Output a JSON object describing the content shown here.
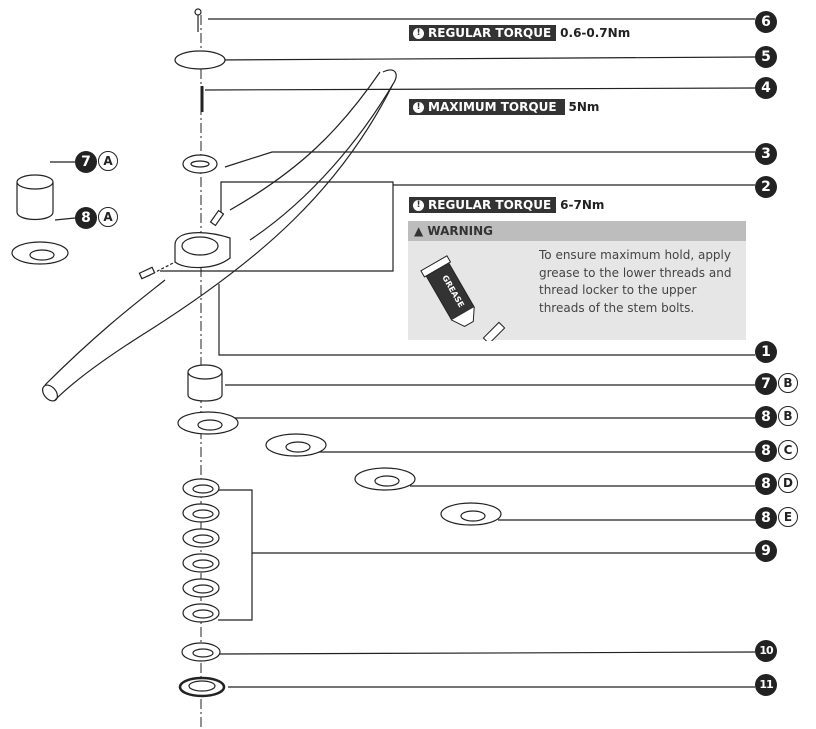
{
  "torque_labels": [
    {
      "badge": "REGULAR TORQUE",
      "value": "0.6-0.7Nm"
    },
    {
      "badge": "MAXIMUM TORQUE",
      "value": "5Nm"
    },
    {
      "badge": "REGULAR TORQUE",
      "value": "6-7Nm"
    }
  ],
  "badge_icon": "exclamation-circle-icon",
  "warning": {
    "title": "WARNING",
    "icon": "warning-triangle-icon",
    "text": "To ensure maximum hold, apply grease to the lower threads and thread locker to the upper threads of the stem bolts.",
    "tube_label": "GREASE"
  },
  "callouts": [
    {
      "num": "6"
    },
    {
      "num": "5"
    },
    {
      "num": "4"
    },
    {
      "num": "3"
    },
    {
      "num": "2"
    },
    {
      "num": "1"
    },
    {
      "num": "7",
      "letter": "B"
    },
    {
      "num": "8",
      "letter": "B"
    },
    {
      "num": "8",
      "letter": "C"
    },
    {
      "num": "8",
      "letter": "D"
    },
    {
      "num": "8",
      "letter": "E"
    },
    {
      "num": "9"
    },
    {
      "num": "10"
    },
    {
      "num": "11"
    },
    {
      "num": "7",
      "letter": "A"
    },
    {
      "num": "8",
      "letter": "A"
    }
  ]
}
